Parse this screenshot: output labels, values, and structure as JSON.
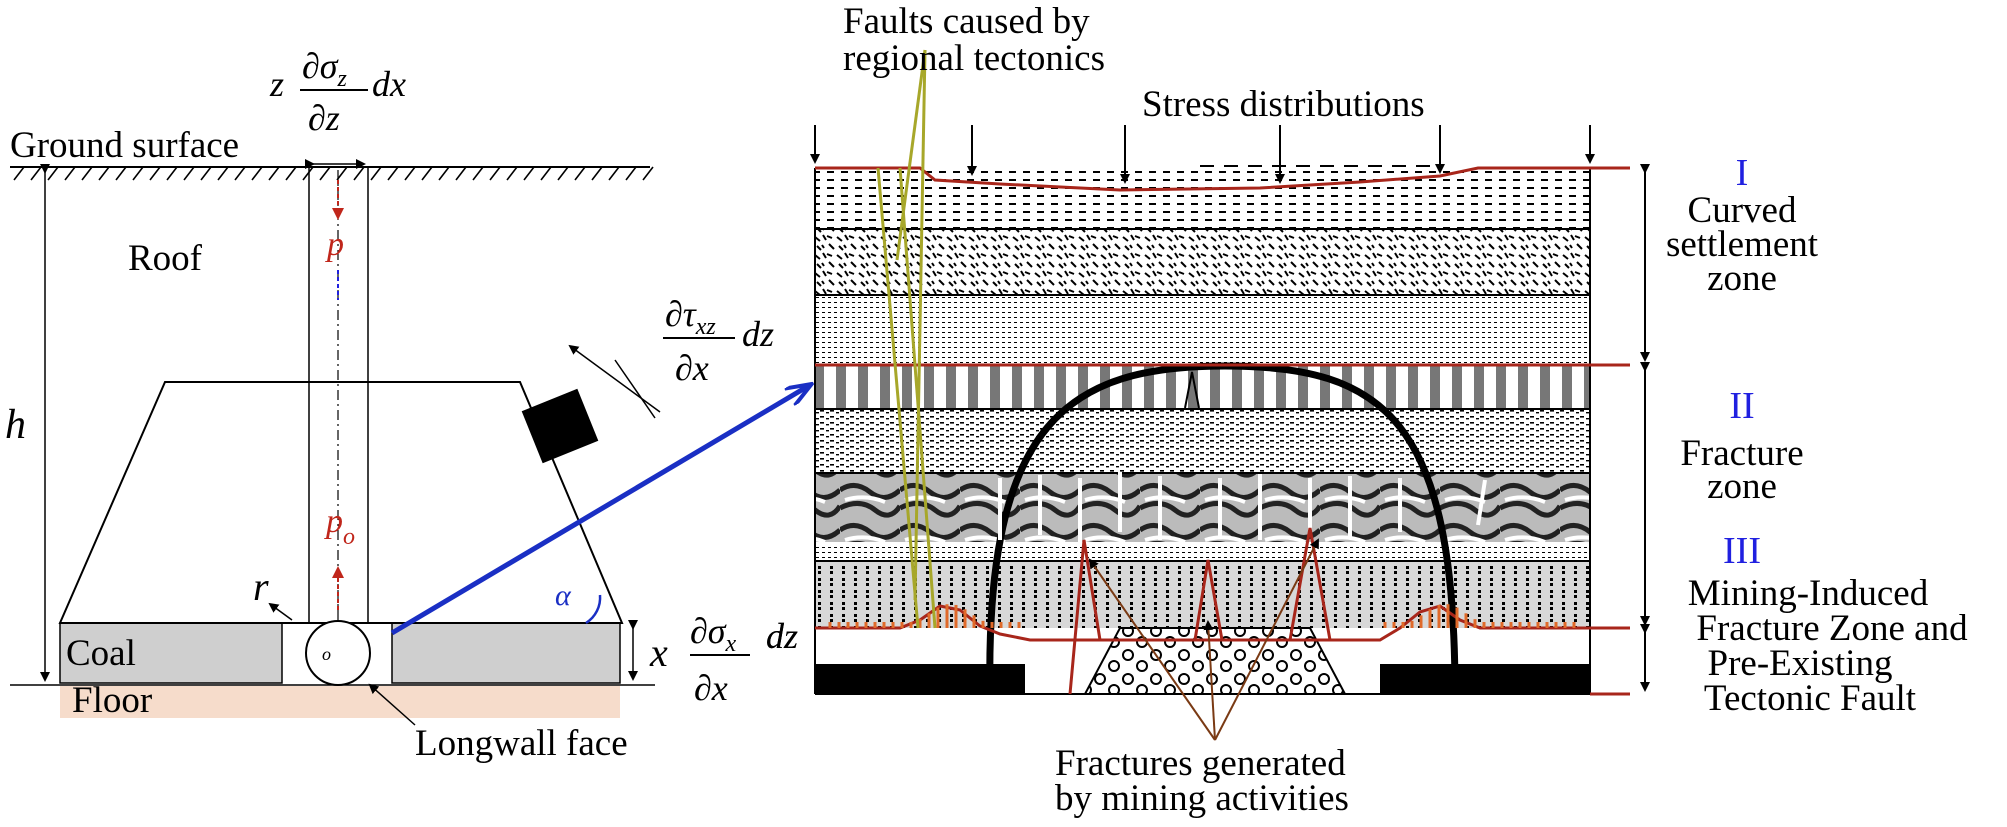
{
  "left_panel": {
    "ground_surface": "Ground surface",
    "roof": "Roof",
    "coal": "Coal",
    "floor": "Floor",
    "longwall_face": "Longwall face",
    "h": "h",
    "r": "r",
    "x": "x",
    "alpha": "α",
    "o": "o",
    "p": "p",
    "p_o_base": "p",
    "p_o_sub": "o",
    "eq_top": {
      "z": "z",
      "num": "∂σ",
      "num_sub": "z",
      "den": "∂z",
      "dx": "dx"
    },
    "eq_shear": {
      "num": "∂τ",
      "num_sub": "xz",
      "den": "∂x",
      "dz": "dz"
    },
    "eq_right": {
      "num": "∂σ",
      "num_sub": "x",
      "den": "∂x"
    }
  },
  "right_panel": {
    "faults_line1": "Faults caused by",
    "faults_line2": "regional tectonics",
    "stress": "Stress distributions",
    "dz": "dz",
    "fractures_line1": "Fractures generated",
    "fractures_line2": "by mining activities"
  },
  "zones": {
    "z1_num": "I",
    "z1_line1": "Curved",
    "z1_line2": "settlement",
    "z1_line3": "zone",
    "z2_num": "II",
    "z2_line1": "Fracture",
    "z2_line2": "zone",
    "z3_num": "III",
    "z3_line1": "Mining-Induced",
    "z3_line2": "Fracture Zone and",
    "z3_line3": "Pre-Existing",
    "z3_line4": "Tectonic Fault"
  },
  "colors": {
    "zone_numeral": "#2020e0",
    "stress_red": "#c0261b",
    "fault_olive": "#a7a72a",
    "arrow_blue": "#1a2fc4",
    "floor_fill": "#f6dccb",
    "coal_fill": "#cfcfcf"
  }
}
